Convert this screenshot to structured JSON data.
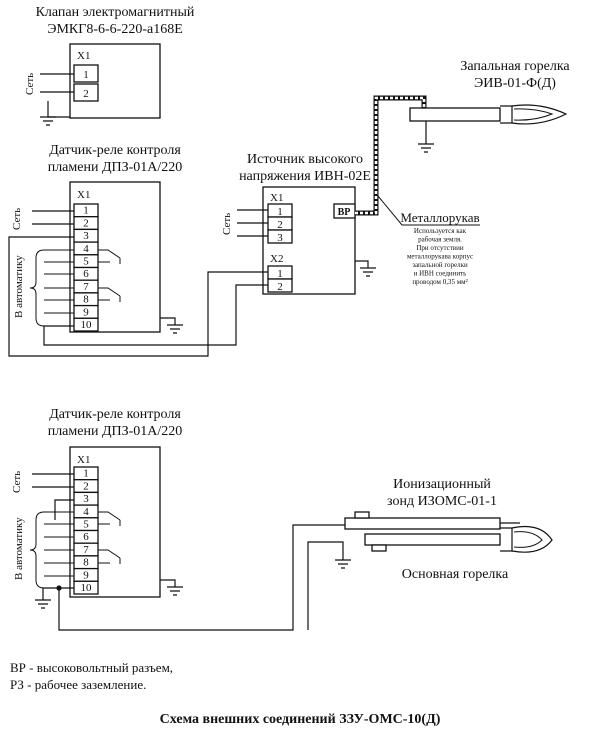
{
  "diagram": {
    "title": "Схема внешних соединений ЗЗУ-ОМС-10(Д)",
    "legend": [
      "ВР - высоковольтный разъем,",
      "РЗ - рабочее заземление."
    ],
    "valve": {
      "title_line1": "Клапан электромагнитный",
      "title_line2": "ЭМКГ8-6-6-220-а168Е",
      "connector": "Х1",
      "terminals": [
        "1",
        "2"
      ],
      "side_label": "Сеть"
    },
    "sensor_top": {
      "title_line1": "Датчик-реле контроля",
      "title_line2": "пламени ДПЗ-01А/220",
      "connector": "Х1",
      "terminals": [
        "1",
        "2",
        "3",
        "4",
        "5",
        "6",
        "7",
        "8",
        "9",
        "10"
      ],
      "side_label": "Сеть",
      "auto_label": "В автоматику"
    },
    "hv_source": {
      "title_line1": "Источник высокого",
      "title_line2": "напряжения ИВН-02Е",
      "connector1": "Х1",
      "terminals1": [
        "1",
        "2",
        "3"
      ],
      "connector2": "Х2",
      "terminals2": [
        "1",
        "2"
      ],
      "vr_label": "ВР",
      "side_label": "Сеть"
    },
    "pilot": {
      "title_line1": "Запальная горелка",
      "title_line2": "ЭИВ-01-Ф(Д)"
    },
    "sleeve": {
      "title": "Металлорукав",
      "note": [
        "Используется как",
        "рабочая земля.",
        "При отсутствии",
        "металлорукава корпус",
        "запальной горелки",
        "и ИВН соединить",
        "проводом 0,35 мм²"
      ]
    },
    "sensor_bottom": {
      "title_line1": "Датчик-реле контроля",
      "title_line2": "пламени ДПЗ-01А/220",
      "connector": "Х1",
      "terminals": [
        "1",
        "2",
        "3",
        "4",
        "5",
        "6",
        "7",
        "8",
        "9",
        "10"
      ],
      "side_label": "Сеть",
      "auto_label": "В автоматику"
    },
    "probe": {
      "title_line1": "Ионизационный",
      "title_line2": "зонд ИЗОМС-01-1"
    },
    "main_burner": {
      "title": "Основная горелка"
    }
  }
}
